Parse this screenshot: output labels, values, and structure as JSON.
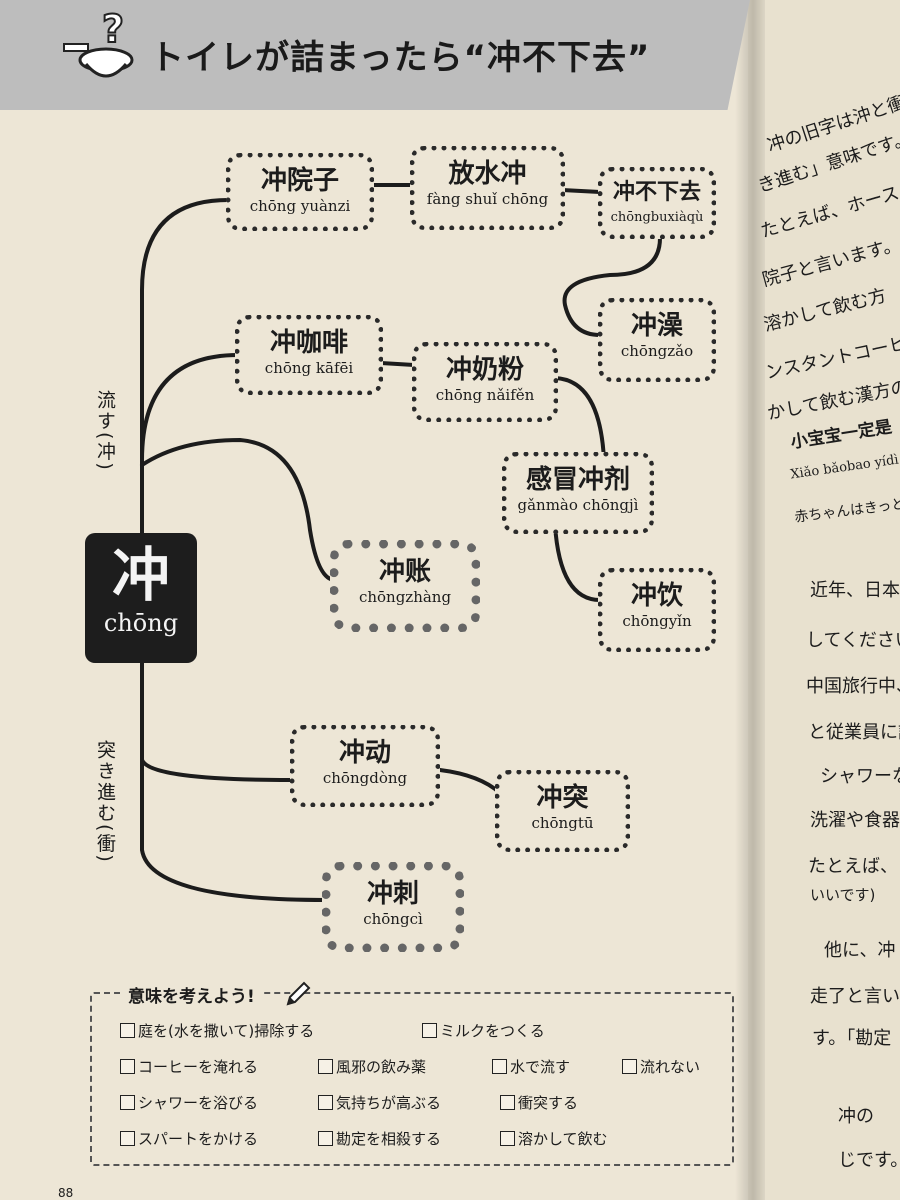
{
  "title": "トイレが詰まったら“冲不下去”",
  "root": {
    "hanzi": "冲",
    "pinyin": "chōng"
  },
  "branch_labels": {
    "flow": "流す(冲)",
    "rush": "突き進む(衝)"
  },
  "nodes": {
    "chongyuanzi": {
      "hanzi": "冲院子",
      "pinyin": "chōng yuànzi"
    },
    "fangshuichong": {
      "hanzi": "放水冲",
      "pinyin": "fàng shuǐ chōng"
    },
    "chongbuxiaqu": {
      "hanzi": "冲不下去",
      "pinyin": "chōngbuxiàqù"
    },
    "chongzao": {
      "hanzi": "冲澡",
      "pinyin": "chōngzǎo"
    },
    "chongkafei": {
      "hanzi": "冲咖啡",
      "pinyin": "chōng kāfēi"
    },
    "chongnaifen": {
      "hanzi": "冲奶粉",
      "pinyin": "chōng nǎifěn"
    },
    "ganmaochongji": {
      "hanzi": "感冒冲剂",
      "pinyin": "gǎnmào chōngjì"
    },
    "chongyin": {
      "hanzi": "冲饮",
      "pinyin": "chōngyǐn"
    },
    "chongzhang": {
      "hanzi": "冲账",
      "pinyin": "chōngzhàng"
    },
    "chongdong": {
      "hanzi": "冲动",
      "pinyin": "chōngdòng"
    },
    "chongtu": {
      "hanzi": "冲突",
      "pinyin": "chōngtū"
    },
    "chongci": {
      "hanzi": "冲刺",
      "pinyin": "chōngcì"
    }
  },
  "quiz": {
    "title": "意味を考えよう!",
    "options": [
      "庭を(水を撒いて)掃除する",
      "ミルクをつくる",
      "コーヒーを淹れる",
      "風邪の飲み薬",
      "水で流す",
      "流れない",
      "シャワーを浴びる",
      "気持ちが高ぶる",
      "衝突する",
      "スパートをかける",
      "勘定を相殺する",
      "溶かして飲む"
    ]
  },
  "right_page": {
    "lines": [
      "冲の旧字は沖と衝",
      "き進む」意味です。",
      "たとえば、ホース",
      "院子と言います。",
      "溶かして飲む方",
      "ンスタントコーヒ",
      "かして飲む漢方の"
    ],
    "example_hanzi": "小宝宝一定是",
    "example_pinyin": "Xiǎo bǎobao yídì",
    "example_jp": "赤ちゃんはきっと",
    "body": [
      "近年、日本の",
      "してください",
      "中国旅行中、",
      "と従業員に説",
      "シャワーな",
      "洗濯や食器",
      "たとえば、",
      "いいです)",
      "他に、冲",
      "走了と言い",
      "す。「勘定",
      "冲の",
      "じです。"
    ]
  },
  "page_number": "88"
}
